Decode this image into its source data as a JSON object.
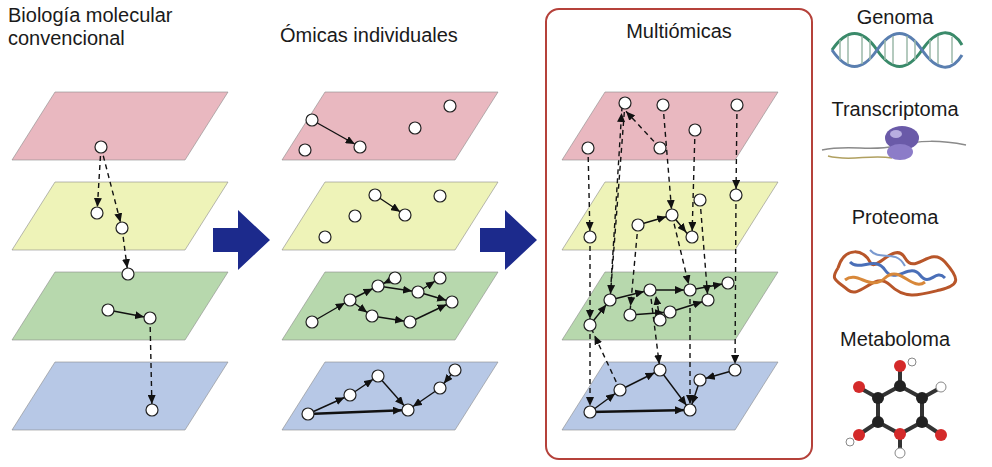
{
  "diagram": {
    "nodes": [
      {
        "text": [
          "Multiómicas"
        ]
      }
    ],
    "labels": [
      "Biología molecular convencional",
      "Ómicas individuales",
      "Genoma",
      "Transcriptoma",
      "Proteoma",
      "Metaboloma"
    ]
  }
}
